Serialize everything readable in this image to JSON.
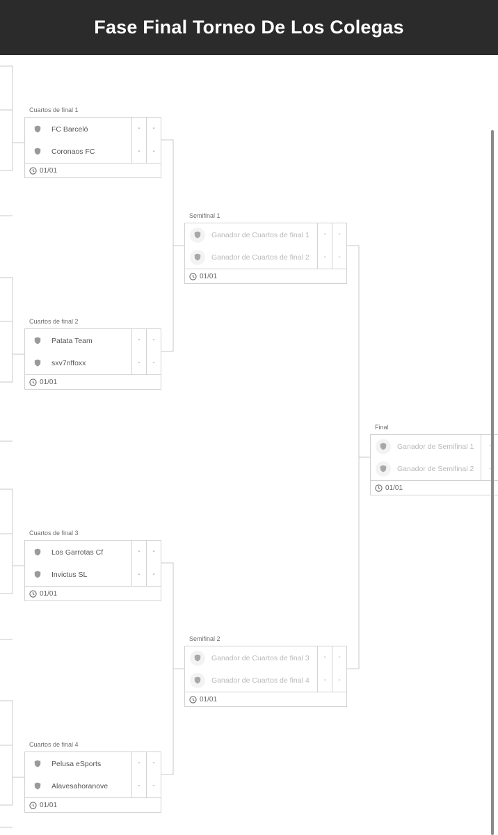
{
  "header": {
    "title": "Fase Final Torneo De Los Colegas"
  },
  "rounds": {
    "quarters": [
      {
        "label": "Cuartos de final 1",
        "team1": "FC Barcelö",
        "team2": "Coronaos FC",
        "s1a": "-",
        "s1b": "-",
        "s2a": "-",
        "s2b": "-",
        "date": "01/01"
      },
      {
        "label": "Cuartos de final 2",
        "team1": "Patata Team",
        "team2": "sxv7nffoxx",
        "s1a": "-",
        "s1b": "-",
        "s2a": "-",
        "s2b": "-",
        "date": "01/01"
      },
      {
        "label": "Cuartos de final 3",
        "team1": "Los Garrotas Cf",
        "team2": "Invictus SL",
        "s1a": "-",
        "s1b": "-",
        "s2a": "-",
        "s2b": "-",
        "date": "01/01"
      },
      {
        "label": "Cuartos de final 4",
        "team1": "Pelusa eSports",
        "team2": "Alavesahoranove",
        "s1a": "-",
        "s1b": "-",
        "s2a": "-",
        "s2b": "-",
        "date": "01/01"
      }
    ],
    "semis": [
      {
        "label": "Semifinal 1",
        "team1": "Ganador de Cuartos de final 1",
        "team2": "Ganador de Cuartos de final 2",
        "s1a": "-",
        "s1b": "-",
        "s2a": "-",
        "s2b": "-",
        "date": "01/01"
      },
      {
        "label": "Semifinal 2",
        "team1": "Ganador de Cuartos de final 3",
        "team2": "Ganador de Cuartos de final 4",
        "s1a": "-",
        "s1b": "-",
        "s2a": "-",
        "s2b": "-",
        "date": "01/01"
      }
    ],
    "final": {
      "label": "Final",
      "team1": "Ganador de Semifinal 1",
      "team2": "Ganador de Semifinal 2",
      "s1a": "-",
      "s2a": "-",
      "date": "01/01"
    }
  },
  "colors": {
    "header_bg": "#2b2b2b",
    "border": "#d2d2d2",
    "text": "#555555",
    "placeholder_text": "#b9b9b9"
  },
  "icons": {
    "team": "shield-icon",
    "time": "clock-icon"
  }
}
